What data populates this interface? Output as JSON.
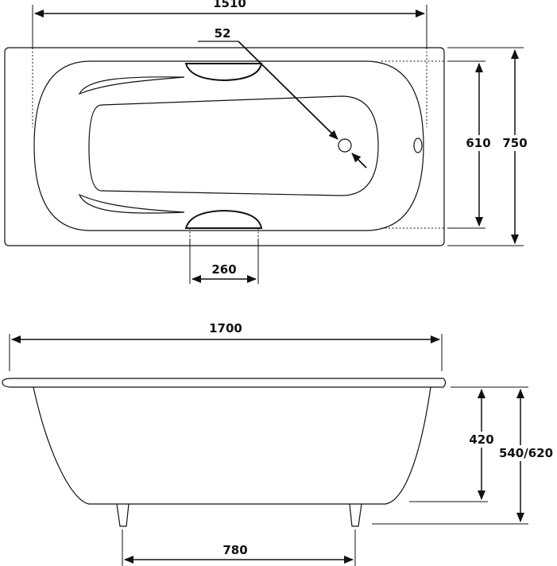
{
  "top_view": {
    "dimensions": {
      "inner_length": "1510",
      "drain_diameter": "52",
      "inner_width": "610",
      "outer_width": "750",
      "handle_spacing": "260"
    }
  },
  "side_view": {
    "dimensions": {
      "overall_length": "1700",
      "basin_depth": "420",
      "total_height": "540/620",
      "leg_spacing": "780"
    }
  },
  "colors": {
    "stroke": "#111111",
    "background": "#ffffff"
  }
}
